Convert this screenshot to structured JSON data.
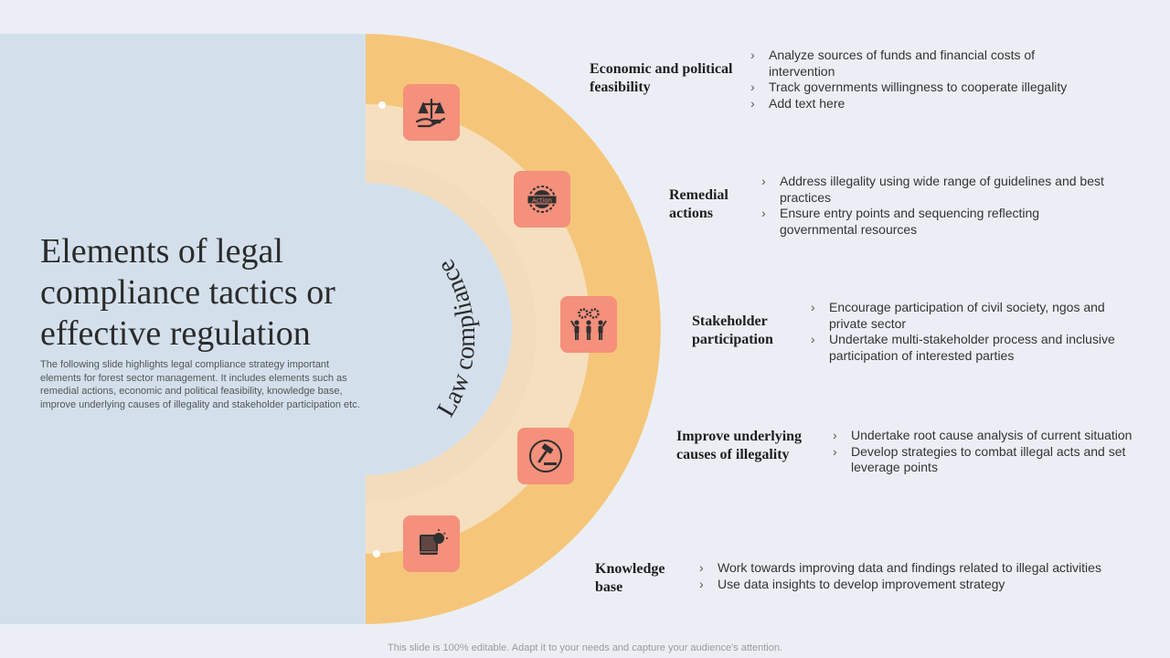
{
  "title": "Elements of legal compliance tactics or effective regulation",
  "description": "The following slide highlights legal compliance strategy important elements for forest sector management. It includes elements such as remedial actions, economic and political feasibility, knowledge base, improve underlying causes of illegality and stakeholder participation etc.",
  "center_label": "Law compliance",
  "footer": "This slide is 100% editable. Adapt it to your needs and capture your audience's attention.",
  "colors": {
    "outer_arc": "#f5c67a",
    "middle_arc": "#f5dfbe",
    "icon_box": "#f4907c",
    "left_panel": "#d3e0ec",
    "background": "#ebeff5"
  },
  "elements": [
    {
      "icon": "justice-scale-icon",
      "label": "Economic and political feasibility",
      "bullets": [
        "Analyze sources of funds and financial costs of intervention",
        "Track governments willingness to cooperate illegality",
        "Add text here"
      ]
    },
    {
      "icon": "action-badge-icon",
      "icon_text": "Action",
      "label": "Remedial actions",
      "bullets": [
        "Address illegality using wide range of guidelines  and best practices",
        "Ensure entry points and sequencing reflecting governmental resources"
      ]
    },
    {
      "icon": "team-gears-icon",
      "label": "Stakeholder participation",
      "bullets": [
        "Encourage participation of civil society, ngos and private sector",
        "Undertake multi-stakeholder process and inclusive participation of interested parties"
      ]
    },
    {
      "icon": "gavel-icon",
      "label": "Improve underlying causes of illegality",
      "bullets": [
        "Undertake root cause analysis of current situation",
        "Develop strategies to combat illegal acts and set leverage points"
      ]
    },
    {
      "icon": "knowledge-book-icon",
      "label": "Knowledge base",
      "bullets": [
        "Work towards improving data and findings related to illegal activities",
        "Use data insights to develop improvement strategy"
      ]
    }
  ]
}
